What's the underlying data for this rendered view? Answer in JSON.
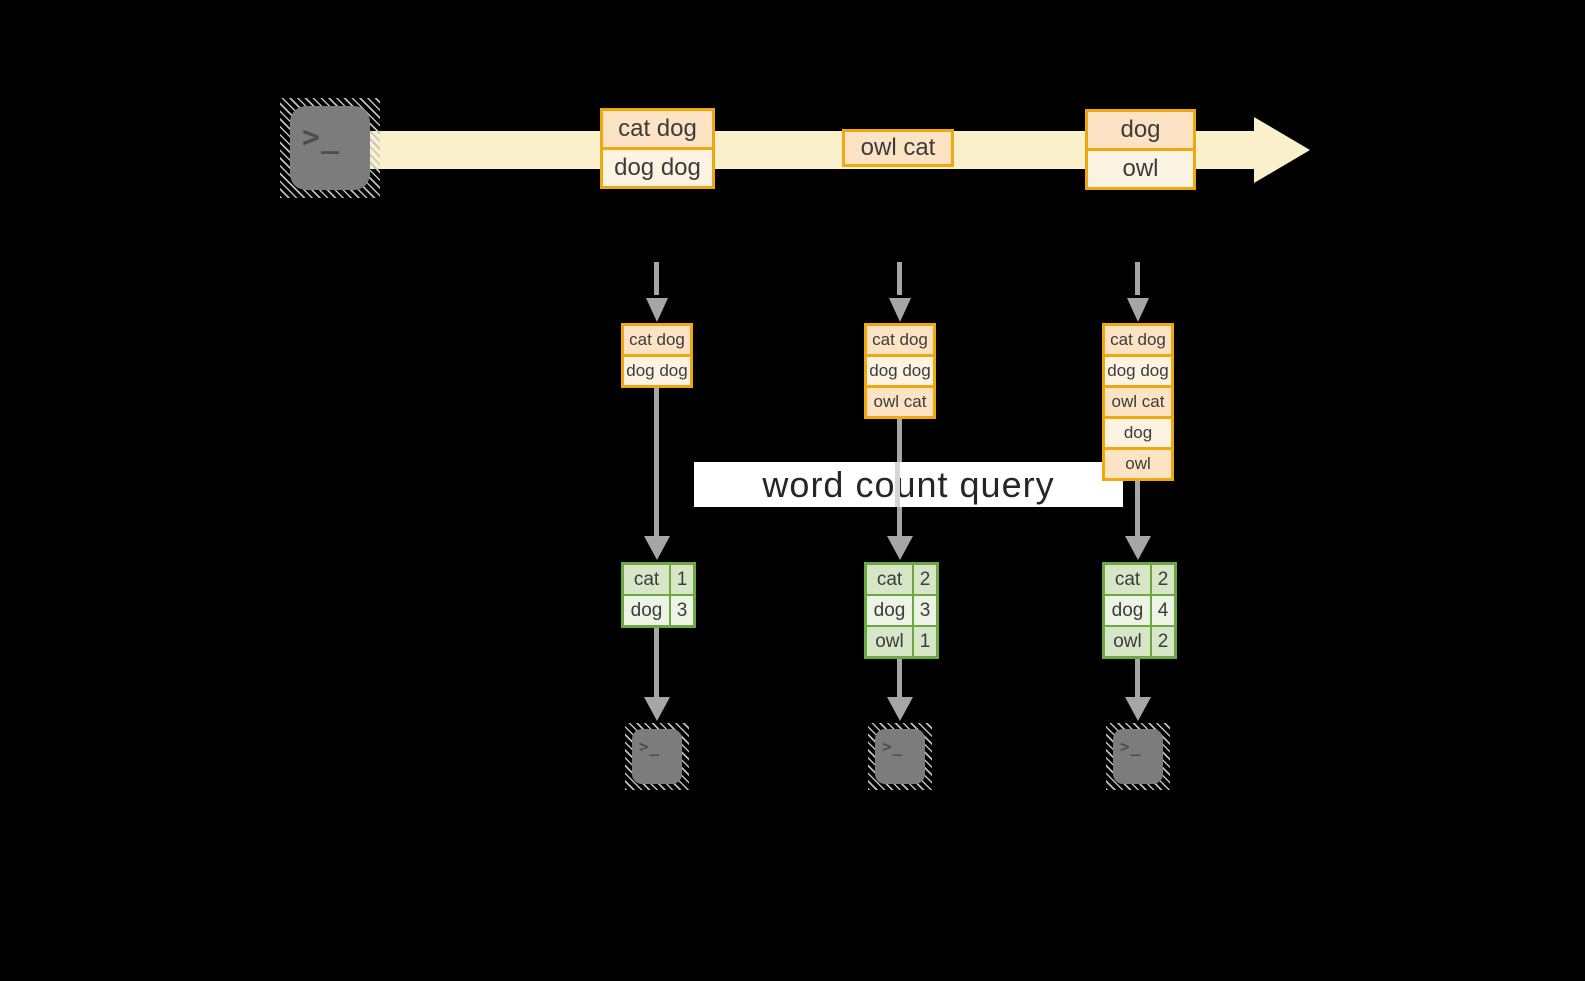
{
  "colors": {
    "background": "#000000",
    "stream_arrow": "#FAF0CB",
    "batch_fill_odd": "#FBE3C4",
    "batch_fill_even": "#FDF3E3",
    "batch_border": "#F1A70E",
    "table_border": "#6CA942",
    "table_fill_odd": "#D7E6C7",
    "table_fill_even": "#EDF3E5",
    "connector_gray": "#A6A6A6",
    "terminal_gray": "#7C7C7C",
    "query_band_fill": "#FFFFFF",
    "label_text": "#3C3C3C"
  },
  "stream": {
    "batches": [
      {
        "rows": [
          "cat dog",
          "dog dog"
        ]
      },
      {
        "rows": [
          "owl cat"
        ]
      },
      {
        "rows": [
          "dog",
          "owl"
        ]
      }
    ]
  },
  "query_label": "word count query",
  "terminal_glyph": ">_",
  "columns": [
    {
      "buffer_rows": [
        "cat dog",
        "dog dog"
      ],
      "counts": [
        {
          "word": "cat",
          "count": "1"
        },
        {
          "word": "dog",
          "count": "3"
        }
      ]
    },
    {
      "buffer_rows": [
        "cat dog",
        "dog dog",
        "owl cat"
      ],
      "counts": [
        {
          "word": "cat",
          "count": "2"
        },
        {
          "word": "dog",
          "count": "3"
        },
        {
          "word": "owl",
          "count": "1"
        }
      ]
    },
    {
      "buffer_rows": [
        "cat dog",
        "dog dog",
        "owl cat",
        "dog",
        "owl"
      ],
      "counts": [
        {
          "word": "cat",
          "count": "2"
        },
        {
          "word": "dog",
          "count": "4"
        },
        {
          "word": "owl",
          "count": "2"
        }
      ]
    }
  ]
}
